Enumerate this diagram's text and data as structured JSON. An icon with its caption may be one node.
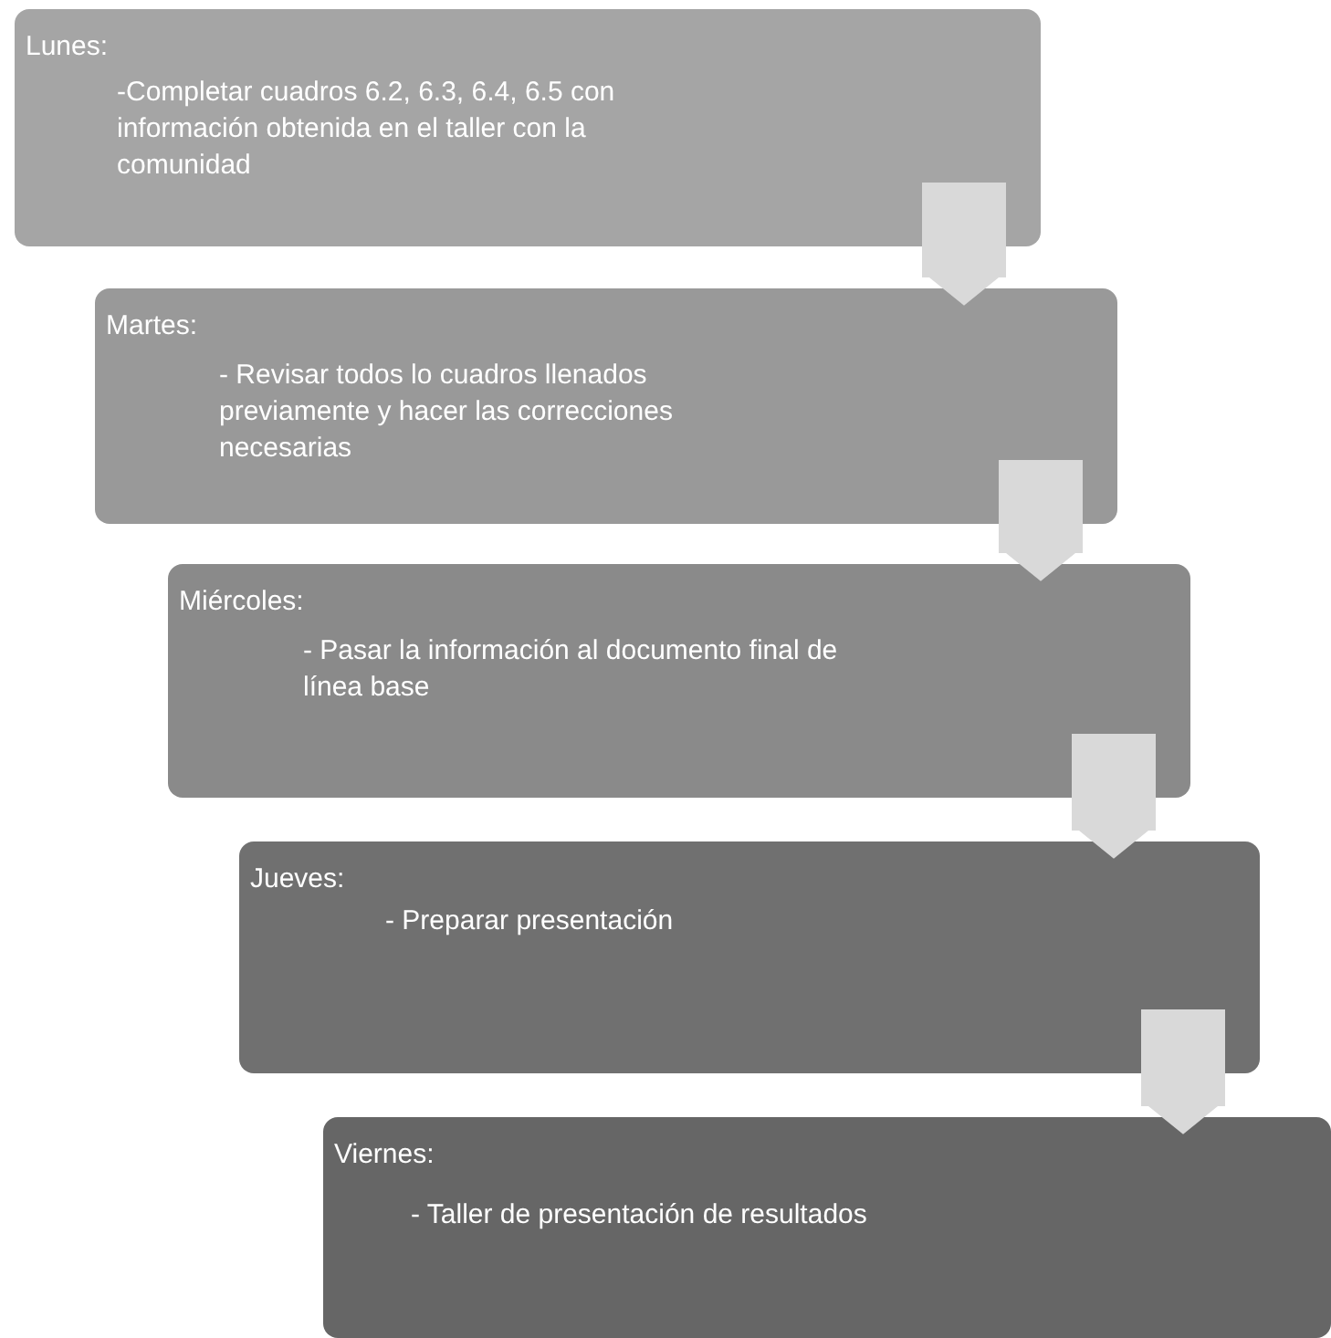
{
  "diagram": {
    "nodes": [
      {
        "text": [
          "Lunes:",
          "-Completar cuadros 6.2, 6.3, 6.4, 6.5 con información obtenida en el taller con la comunidad"
        ]
      },
      {
        "text": [
          "Martes:",
          "- Revisar todos lo cuadros llenados previamente y hacer las correcciones necesarias"
        ]
      },
      {
        "text": [
          "Miércoles:",
          "- Pasar la información al documento final de línea base"
        ]
      },
      {
        "text": [
          "Jueves:",
          "- Preparar presentación"
        ]
      },
      {
        "text": [
          "Viernes:",
          "- Taller de presentación de resultados"
        ]
      }
    ],
    "edges": [
      {
        "from": 0,
        "to": 1,
        "arrow": "to"
      },
      {
        "from": 1,
        "to": 2,
        "arrow": "to"
      },
      {
        "from": 2,
        "to": 3,
        "arrow": "to"
      },
      {
        "from": 3,
        "to": 4,
        "arrow": "to"
      }
    ]
  }
}
